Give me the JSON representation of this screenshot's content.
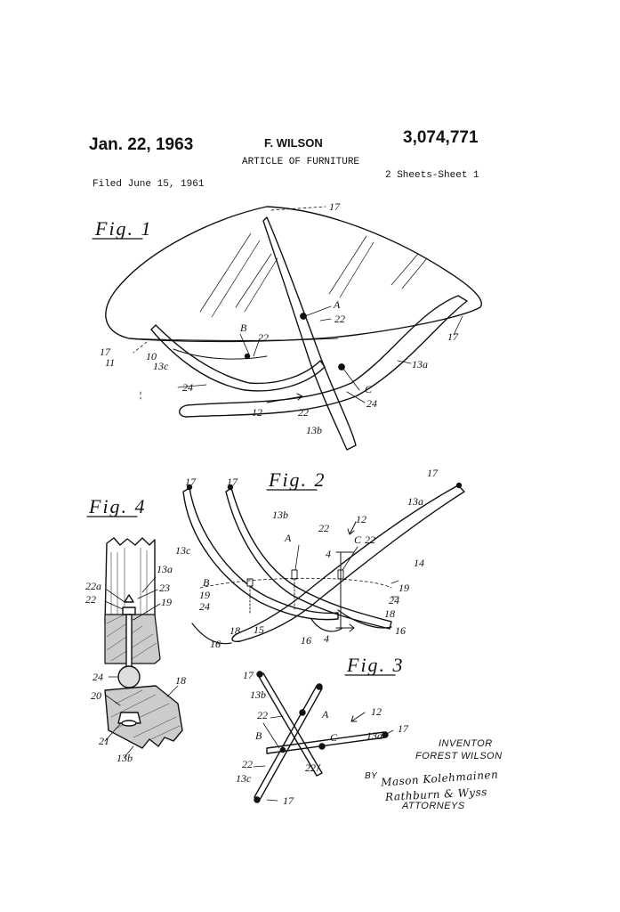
{
  "header": {
    "date": "Jan. 22, 1963",
    "inventor_short": "F. WILSON",
    "patent_number": "3,074,771",
    "title": "ARTICLE OF FURNITURE",
    "filed": "Filed June 15, 1961",
    "sheets": "2 Sheets-Sheet 1"
  },
  "figures": {
    "fig1": "Fig. 1",
    "fig2": "Fig. 2",
    "fig3": "Fig. 3",
    "fig4": "Fig. 4"
  },
  "reference_labels": {
    "n17": "17",
    "n11": "11",
    "n10": "10",
    "n12": "12",
    "n13a": "13a",
    "n13b": "13b",
    "n13c": "13c",
    "n22": "22",
    "n24": "24",
    "A": "A",
    "B": "B",
    "C": "C",
    "n14": "14",
    "n15": "15",
    "n16": "16",
    "n18": "18",
    "n19": "19",
    "n4": "4",
    "n20": "20",
    "n21": "21",
    "n22a": "22a",
    "n23": "23"
  },
  "signature_block": {
    "inventor_label": "INVENTOR",
    "inventor_name": "FOREST WILSON",
    "by_label": "BY",
    "signature_line1": "Mason Kolehmainen",
    "signature_line2": "Rathburn & Wyss",
    "attorneys_label": "ATTORNEYS"
  }
}
